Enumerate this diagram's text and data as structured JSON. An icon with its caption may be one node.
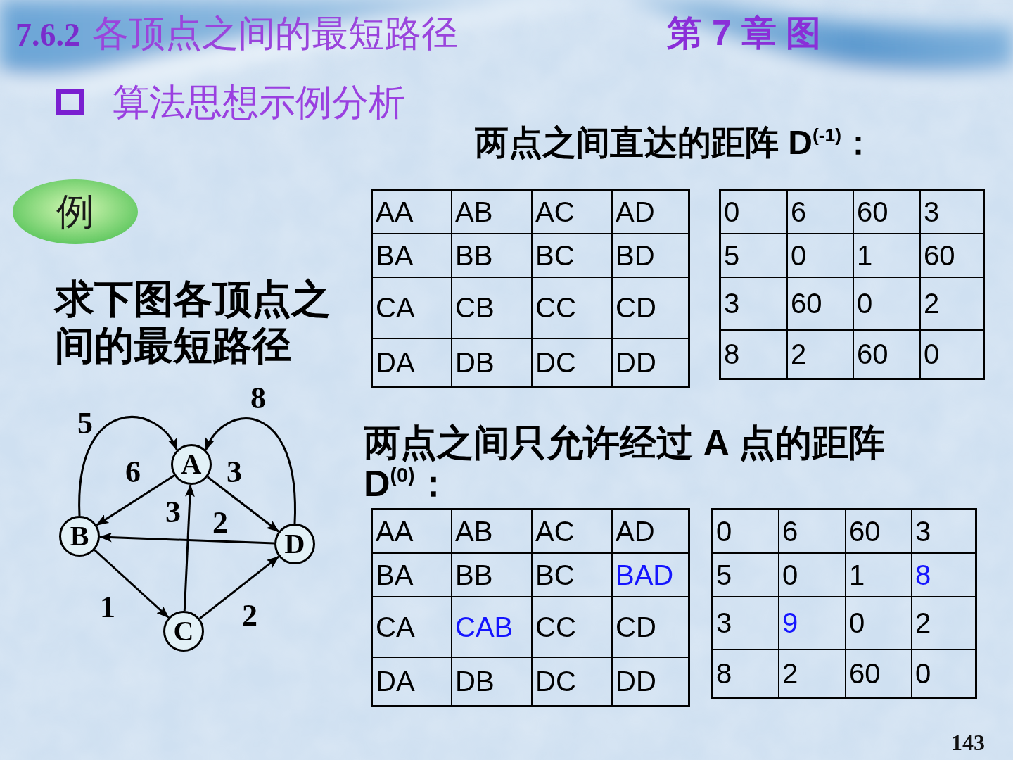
{
  "diagram": {
    "title": "**7.6.2** 各顶点之间的最短路径",
    "nodes": [
      {
        "text": [
          "例"
        ]
      },
      {
        "text": [
          "A"
        ]
      },
      {
        "text": [
          "B"
        ]
      },
      {
        "text": [
          "D"
        ]
      },
      {
        "text": [
          "C"
        ]
      }
    ],
    "edges": [
      {
        "from": 2,
        "to": 1,
        "arrow": "to",
        "label": "5"
      },
      {
        "from": 3,
        "to": 1,
        "arrow": "to",
        "label": "8"
      },
      {
        "from": 1,
        "to": 2,
        "arrow": "to",
        "label": "6"
      },
      {
        "from": 1,
        "to": 3,
        "arrow": "to",
        "label": "3"
      },
      {
        "from": 4,
        "to": 1,
        "arrow": "to",
        "label": "3"
      },
      {
        "from": 3,
        "to": 2,
        "arrow": "to",
        "label": "2"
      },
      {
        "from": 2,
        "to": 4,
        "arrow": "to",
        "label": "1"
      },
      {
        "from": 4,
        "to": 3,
        "arrow": "to",
        "label": "2"
      }
    ],
    "labels": [
      "第 7 章 图",
      "算法思想示例分析",
      "两点之间直达的距阵 D$^{(-1)}$：",
      "求下图各顶点之间的最短路径",
      "AA",
      "AB",
      "AC",
      "AD",
      "BA",
      "BB",
      "BC",
      "BD",
      "CA",
      "CB",
      "CC",
      "CD",
      "DA",
      "DB",
      "DC",
      "DD",
      "0",
      "6",
      "60",
      "3",
      "5",
      "0",
      "1",
      "60",
      "3",
      "60",
      "0",
      "2",
      "8",
      "2",
      "60",
      "0",
      "两点之间只允许经过 A 点的距阵 D$^{(0)}$：",
      "AA",
      "AB",
      "AC",
      "AD",
      "BA",
      "BB",
      "BC",
      "BAD",
      "CA",
      "CAB",
      "CC",
      "CD",
      "DA",
      "DB",
      "DC",
      "DD",
      "0",
      "6",
      "60",
      "3",
      "5",
      "0",
      "1",
      "8",
      "3",
      "9",
      "0",
      "2",
      "8",
      "2",
      "60",
      "0",
      "143"
    ]
  }
}
